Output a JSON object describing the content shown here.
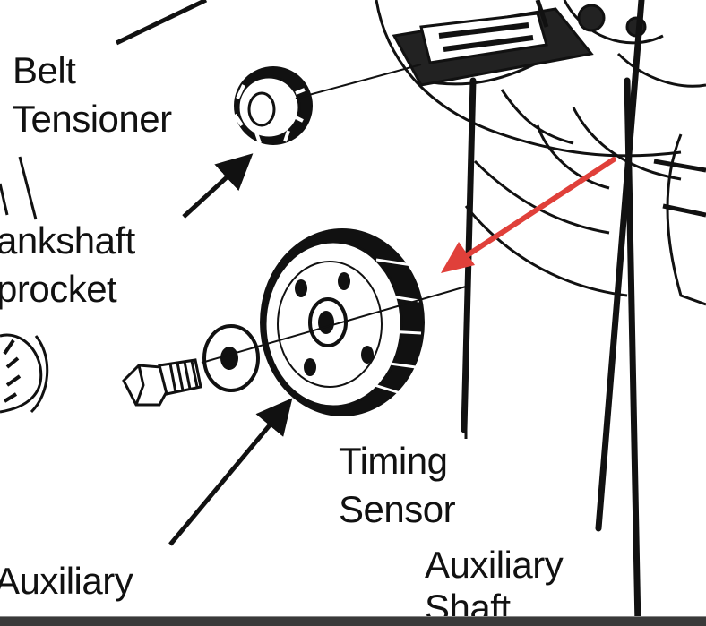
{
  "labels": {
    "belt_tensioner": {
      "line1": "Belt",
      "line2": "Tensioner"
    },
    "crankshaft_sprocket": {
      "line1": "ankshaft",
      "line2": "procket"
    },
    "timing_sensor": {
      "line1": "Timing",
      "line2": "Sensor"
    },
    "auxiliary_shaft": {
      "line1": "Auxiliary",
      "line2": "Shaft"
    },
    "auxiliary_shaft_sprocket": {
      "line1": "Auxiliary"
    }
  },
  "colors": {
    "ink": "#111111",
    "annotation_arrow": "#e0403a",
    "background": "#ffffff"
  }
}
